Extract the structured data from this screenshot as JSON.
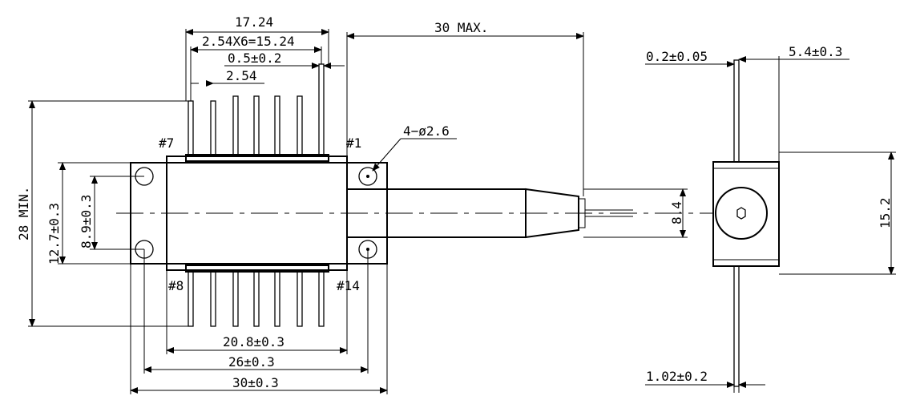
{
  "drawing": {
    "pin_labels": {
      "p7": "#7",
      "p1": "#1",
      "p8": "#8",
      "p14": "#14"
    },
    "dimensions": {
      "overall_top": "17.24",
      "pitch_total": "2.54X6=15.24",
      "pin_width": "0.5±0.2",
      "pitch": "2.54",
      "fiber_length": "30 MAX.",
      "mount_holes": "4−ø2.6",
      "lead_min": "28 MIN.",
      "hole_span_outer": "12.7±0.3",
      "hole_span_inner": "8.9±0.3",
      "body_width": "20.8±0.3",
      "hole_pitch": "26±0.3",
      "flange_width": "30±0.3",
      "boot_height": "8.4",
      "side_offset": "0.2±0.05",
      "side_depth": "5.4±0.3",
      "side_height": "15.2",
      "lead_thickness": "1.02±0.2"
    }
  }
}
